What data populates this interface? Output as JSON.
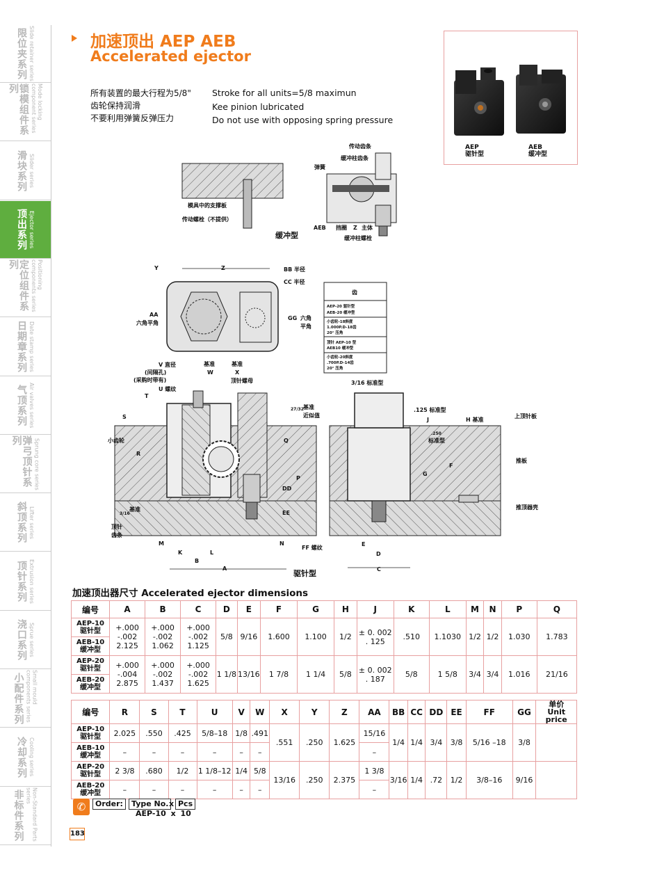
{
  "sidebar": {
    "tabs": [
      {
        "zh": "限位夹系列",
        "en": "Slide retainer series"
      },
      {
        "zh": "锁模组件系列",
        "en": "Mode locking component series"
      },
      {
        "zh": "滑块系列",
        "en": "Slider series"
      },
      {
        "zh": "顶出系列",
        "en": "Ejector series"
      },
      {
        "zh": "定位组件系列",
        "en": "Positioning components series"
      },
      {
        "zh": "日期章系列",
        "en": "Date stamp series"
      },
      {
        "zh": "气顶系列",
        "en": "Air valves series"
      },
      {
        "zh": "弹弓顶针系列",
        "en": "Sprung core series"
      },
      {
        "zh": "斜顶系列",
        "en": "Lifter series"
      },
      {
        "zh": "顶针系列",
        "en": "Extrusion series"
      },
      {
        "zh": "浇口系列",
        "en": "Sprue series"
      },
      {
        "zh": "小配件系列",
        "en": "Small mould components series"
      },
      {
        "zh": "冷却系列",
        "en": "Cooling series"
      },
      {
        "zh": "非标件系列",
        "en": "Non-Standard Parts series"
      }
    ],
    "active_index": 3,
    "active_color": "#5fae3f"
  },
  "header": {
    "title_zh": "加速顶出 AEP AEB",
    "title_en": "Accelerated ejector",
    "accent_color": "#f07c1c"
  },
  "notes": {
    "zh": [
      "所有装置的最大行程为5/8\"",
      "齿轮保持润滑",
      "不要利用弹簧反弹压力"
    ],
    "en": [
      "Stroke for all units=5/8 maximun",
      "Kee pinion lubricated",
      "Do not use with opposing spring pressure"
    ]
  },
  "photo": {
    "aep_code": "AEP",
    "aep_type": "驱针型",
    "aeb_code": "AEB",
    "aeb_type": "缓冲型"
  },
  "drawing": {
    "buffer_view": {
      "caption": "缓冲型",
      "labels": {
        "drive_gear": "传动齿条",
        "buffer_gear": "缓冲柱齿条",
        "spring": "弹簧",
        "support_plate": "模具中的支撑板",
        "drive_bolt": "传动螺栓（不提供）",
        "aeb": "AEB",
        "stop": "挡圈",
        "z": "Z",
        "body": "主体",
        "buffer_bolt": "缓冲柱螺栓"
      }
    },
    "top_view": {
      "y": "Y",
      "z": "Z",
      "bb": "BB 半径",
      "cc": "CC 半径",
      "aa": "AA",
      "hex_left": "六角平角",
      "gg": "GG",
      "hex_right1": "六角",
      "hex_right2": "平角"
    },
    "gear_table": {
      "header": "齿",
      "rows": [
        [
          "AEP-20 驱针型",
          "AEB-20 缓冲型"
        ],
        [
          "小齿轮-18斜度",
          "1.000P.D-18齿",
          "20° 压角"
        ],
        [
          "顶针 AEP-10 型",
          "AEB10 缓冲型"
        ],
        [
          "小齿轮-20斜度",
          ".700P.D-14齿",
          "20° 压角"
        ]
      ]
    },
    "side_view": {
      "v": "V 直径",
      "v_note1": "(间隔孔)",
      "v_note2": "(采购时带有)",
      "u": "U 螺纹",
      "t": "T",
      "base1": "基准",
      "base2": "基准",
      "w": "W",
      "x": "X",
      "pin_nut": "顶针螺母",
      "s": "S",
      "pinion": "小齿轮",
      "r": "R",
      "frac_27_32": "27/32",
      "approx1": "基准",
      "approx2": "近似值",
      "q": "Q",
      "p": "P",
      "dd": "DD",
      "ee": "EE",
      "base3": "基准",
      "frac_3_16": "3/16",
      "rack1": "顶针",
      "rack2": "齿条",
      "m": "M",
      "k": "K",
      "l": "L",
      "n": "N",
      "b": "B",
      "a": "A",
      "ff": "FF 螺纹",
      "caption": "驱针型"
    },
    "right_view": {
      "std1": "3/16 标准型",
      "std2": ".125 标准型",
      "j": "J",
      "h": "H 基准",
      "top_plate": "上顶针板",
      "std3": ".250",
      "std3b": "标准型",
      "f": "F",
      "g": "G",
      "push_plate": "推板",
      "housing": "推顶器壳",
      "e": "E",
      "d": "D",
      "c": "C"
    }
  },
  "dimensions": {
    "title": "加速顶出器尺寸  Accelerated ejector dimensions",
    "table1": {
      "headers": [
        "编号",
        "A",
        "B",
        "C",
        "D",
        "E",
        "F",
        "G",
        "H",
        "J",
        "K",
        "L",
        "M",
        "N",
        "P",
        "Q"
      ],
      "codes": [
        "AEP-10 驱针型",
        "AEB-10 缓冲型",
        "AEP-20 驱针型",
        "AEB-20 缓冲型"
      ],
      "group1": {
        "A": [
          "+.000",
          "-.002",
          "2.125"
        ],
        "B": [
          "+.000",
          "-.002",
          "1.062"
        ],
        "C": [
          "+.000",
          "-.002",
          "1.125"
        ],
        "D": "5/8",
        "E": "9/16",
        "F": "1.600",
        "G": "1.100",
        "H": "1/2",
        "J1": "± 0. 002",
        "J2": ". 125",
        "K": ".510",
        "L": "1.1030",
        "M": "1/2",
        "N": "1/2",
        "P": "1.030",
        "Q": "1.783"
      },
      "group2": {
        "A": [
          "+.000",
          "-.004",
          "2.875"
        ],
        "B": [
          "+.000",
          "-.002",
          "1.437"
        ],
        "C": [
          "+.000",
          "-.002",
          "1.625"
        ],
        "D": "1 1/8",
        "E": "13/16",
        "F": "1 7/8",
        "G": "1 1/4",
        "H": "5/8",
        "J1": "± 0. 002",
        "J2": ". 187",
        "K": "5/8",
        "L": "1 5/8",
        "M": "3/4",
        "N": "3/4",
        "P": "1.016",
        "Q": "21/16"
      }
    },
    "table2": {
      "headers": [
        "编号",
        "R",
        "S",
        "T",
        "U",
        "V",
        "W",
        "X",
        "Y",
        "Z",
        "AA",
        "BB",
        "CC",
        "DD",
        "EE",
        "FF",
        "GG"
      ],
      "price_zh": "单价",
      "price_en": "Unit price",
      "rows": [
        {
          "code": "AEP-10 驱针型",
          "R": "2.025",
          "S": ".550",
          "T": ".425",
          "U": "5/8–18",
          "V": "1/8",
          "W": ".491",
          "AA": "15/16"
        },
        {
          "code": "AEB-10 缓冲型",
          "R": "–",
          "S": "–",
          "T": "–",
          "U": "–",
          "V": "–",
          "W": "–",
          "AA": "–"
        },
        {
          "code": "AEP-20 驱针型",
          "R": "2 3/8",
          "S": ".680",
          "T": "1/2",
          "U": "1 1/8–12",
          "V": "1/4",
          "W": "5/8",
          "AA": "1 3/8"
        },
        {
          "code": "AEB-20 缓冲型",
          "R": "–",
          "S": "–",
          "T": "–",
          "U": "–",
          "V": "–",
          "W": "–",
          "AA": "–"
        }
      ],
      "shared10": {
        "X": ".551",
        "Y": ".250",
        "Z": "1.625",
        "BB": "1/4",
        "CC": "1/4",
        "DD": "3/4",
        "EE": "3/8",
        "FF": "5/16 –18",
        "GG": "3/8"
      },
      "shared20": {
        "X": "13/16",
        "Y": ".250",
        "Z": "2.375",
        "BB": "3/16",
        "CC": "1/4",
        "DD": ".72",
        "EE": "1/2",
        "FF": "3/8–16",
        "GG": "9/16"
      }
    }
  },
  "order": {
    "label": "Order:",
    "type_no": "Type No.",
    "x": "x",
    "pcs": "Pcs",
    "example": "AEP-10  x  10"
  },
  "page_number": "183"
}
